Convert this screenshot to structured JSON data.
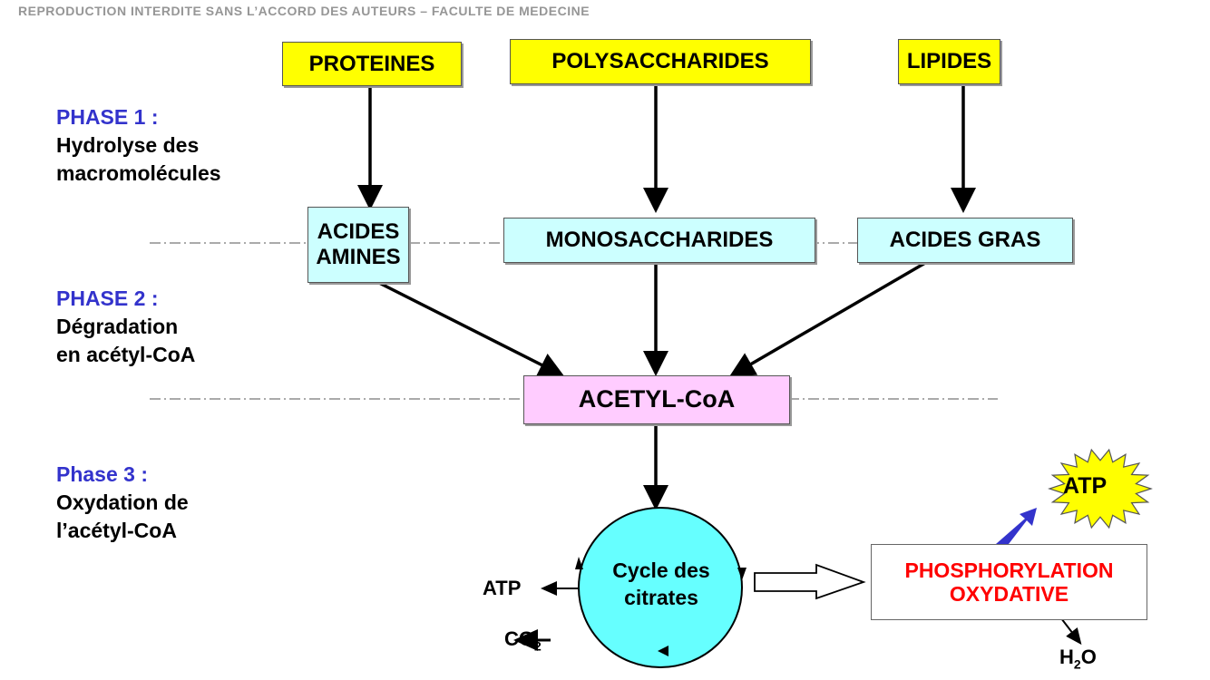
{
  "colors": {
    "phase_title": "#3333cc",
    "source_box": "#ffff00",
    "intermediate_box": "#ccffff",
    "acetyl_box": "#ffccff",
    "cycle_fill": "#66ffff",
    "phosphorylation_text": "#ff0000",
    "atp_arrow": "#3333cc",
    "atp_star": "#ffff00"
  },
  "phases": [
    {
      "title": "PHASE 1 :",
      "lines": [
        "Hydrolyse des",
        "macromolécules"
      ]
    },
    {
      "title": "PHASE 2 :",
      "lines": [
        "Dégradation",
        "en acétyl-CoA"
      ]
    },
    {
      "title": "Phase 3 :",
      "lines": [
        "Oxydation de",
        "l’acétyl-CoA"
      ]
    }
  ],
  "sources": [
    "PROTEINES",
    "POLYSACCHARIDES",
    "LIPIDES"
  ],
  "intermediates": [
    {
      "lines": [
        "ACIDES",
        "AMINES"
      ]
    },
    {
      "lines": [
        "MONOSACCHARIDES"
      ]
    },
    {
      "lines": [
        "ACIDES GRAS"
      ]
    }
  ],
  "acetyl": "ACETYL-CoA",
  "cycle": {
    "lines": [
      "Cycle des",
      "citrates"
    ]
  },
  "cycle_outputs": {
    "atp": "ATP",
    "co2_base": "CO",
    "co2_sub": "2"
  },
  "phosphorylation": {
    "lines": [
      "PHOSPHORYLATION",
      "OXYDATIVE"
    ]
  },
  "atp_star": "ATP",
  "water": {
    "h": "H",
    "sub": "2",
    "o": "O"
  },
  "watermark": "REPRODUCTION INTERDITE SANS L’ACCORD DES AUTEURS – FACULTE DE MEDECINE"
}
